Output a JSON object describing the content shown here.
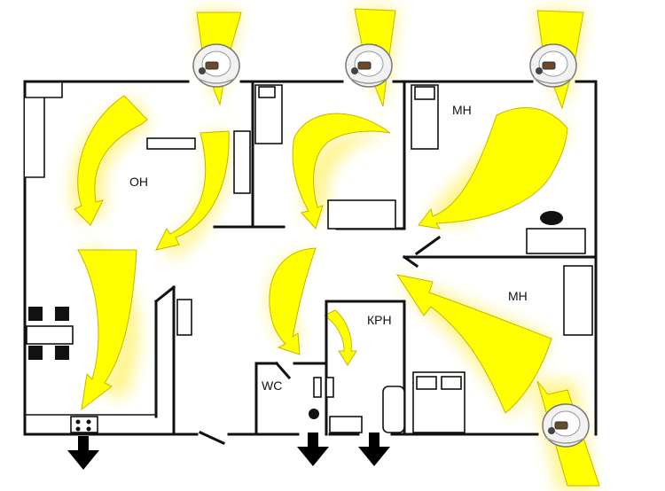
{
  "rooms": [
    {
      "label": "ОН"
    },
    {
      "label": "МН"
    },
    {
      "label": "МН"
    },
    {
      "label": "КРН"
    },
    {
      "label": "WC"
    }
  ],
  "colors": {
    "airflow": "#ffff00",
    "glow": "#fff27a",
    "outline": "#c8b400",
    "walls": "#111111",
    "exhaust": "#000000",
    "background": "#ffffff"
  },
  "icons": {
    "supply_valve": "wall-air-inlet-valve-icon",
    "exhaust_arrow": "down-arrow-icon"
  }
}
